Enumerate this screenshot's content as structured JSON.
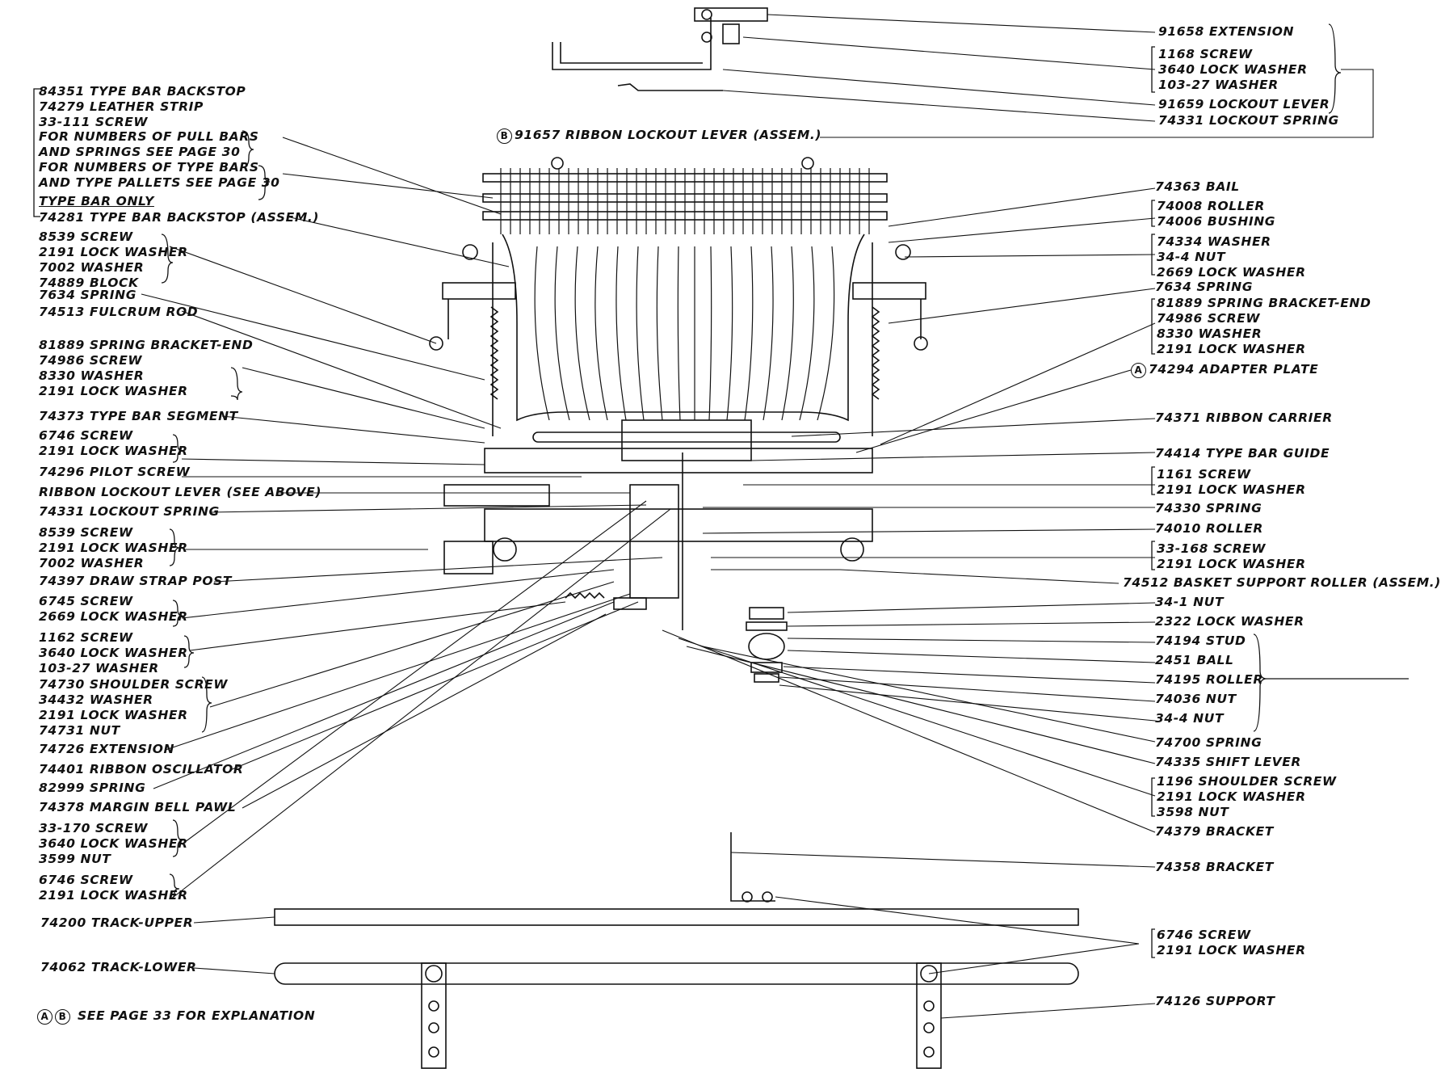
{
  "top_labels": {
    "extension": "91658 EXTENSION",
    "screw_group": [
      "1168 SCREW",
      "3640 LOCK WASHER",
      "103-27 WASHER"
    ],
    "lockout_lever": "91659 LOCKOUT LEVER",
    "lockout_spring": "74331 LOCKOUT SPRING",
    "ribbon_lockout_marker": "B",
    "ribbon_lockout": "91657 RIBBON LOCKOUT LEVER (ASSEM.)"
  },
  "left_labels": {
    "backstop_group": [
      "84351 TYPE BAR BACKSTOP",
      "74279 LEATHER STRIP",
      "33-111 SCREW"
    ],
    "pull_bars_note": [
      "FOR NUMBERS OF PULL BARS",
      "AND SPRINGS SEE PAGE 30"
    ],
    "type_bars_note": [
      "FOR NUMBERS OF TYPE BARS",
      "AND TYPE PALLETS SEE PAGE 30"
    ],
    "type_bar_only": "TYPE BAR ONLY",
    "backstop_assem": "74281 TYPE BAR BACKSTOP (ASSEM.)",
    "screw_group_1": [
      "8539 SCREW",
      "2191 LOCK WASHER",
      "7002 WASHER",
      "74889 BLOCK"
    ],
    "spring": "7634 SPRING",
    "fulcrum_rod": "74513 FULCRUM ROD",
    "bracket_group": [
      "81889 SPRING BRACKET-END",
      "74986 SCREW",
      "8330 WASHER",
      "2191 LOCK WASHER"
    ],
    "segment": "74373 TYPE BAR SEGMENT",
    "screw_group_2": [
      "6746 SCREW",
      "2191 LOCK WASHER"
    ],
    "pilot_screw": "74296 PILOT SCREW",
    "ribbon_lockout_ref": "RIBBON LOCKOUT LEVER (SEE ABOVE)",
    "lockout_spring": "74331 LOCKOUT SPRING",
    "screw_group_3": [
      "8539 SCREW",
      "2191 LOCK WASHER",
      "7002 WASHER"
    ],
    "draw_strap": "74397 DRAW STRAP POST",
    "screw_group_4": [
      "6745 SCREW",
      "2669 LOCK WASHER"
    ],
    "screw_group_5": [
      "1162 SCREW",
      "3640 LOCK WASHER",
      "103-27 WASHER"
    ],
    "shoulder_group": [
      "74730 SHOULDER SCREW",
      "34432 WASHER",
      "2191 LOCK WASHER",
      "74731 NUT"
    ],
    "extension": "74726 EXTENSION",
    "oscillator": "74401 RIBBON OSCILLATOR",
    "spring_82999": "82999 SPRING",
    "bell_pawl": "74378 MARGIN BELL PAWL",
    "screw_group_6": [
      "33-170 SCREW",
      "3640 LOCK WASHER",
      "3599 NUT"
    ],
    "screw_group_7": [
      "6746 SCREW",
      "2191 LOCK WASHER"
    ],
    "track_upper": "74200 TRACK-UPPER",
    "track_lower": "74062 TRACK-LOWER",
    "footnote_a": "A",
    "footnote_b": "B",
    "footnote": "SEE PAGE 33 FOR EXPLANATION"
  },
  "right_labels": {
    "bail": "74363 BAIL",
    "roller_group": [
      "74008 ROLLER",
      "74006 BUSHING"
    ],
    "washer_group": [
      "74334 WASHER",
      "34-4 NUT",
      "2669 LOCK WASHER"
    ],
    "spring": "7634 SPRING",
    "bracket_group": [
      "81889 SPRING BRACKET-END",
      "74986 SCREW",
      "8330 WASHER",
      "2191 LOCK WASHER"
    ],
    "adapter_marker": "A",
    "adapter": "74294 ADAPTER PLATE",
    "ribbon_carrier": "74371 RIBBON CARRIER",
    "guide": "74414 TYPE BAR GUIDE",
    "screw_group_1": [
      "1161 SCREW",
      "2191 LOCK WASHER"
    ],
    "spring_74330": "74330 SPRING",
    "roller_74010": "74010 ROLLER",
    "screw_group_2": [
      "33-168 SCREW",
      "2191 LOCK WASHER"
    ],
    "basket_roller": "74512 BASKET SUPPORT ROLLER (ASSEM.)",
    "roller_parts": [
      "34-1 NUT",
      "2322 LOCK WASHER",
      "74194 STUD",
      "2451 BALL",
      "74195 ROLLER",
      "74036 NUT",
      "34-4 NUT"
    ],
    "spring_74700": "74700 SPRING",
    "shift_lever": "74335 SHIFT LEVER",
    "shoulder_group": [
      "1196 SHOULDER SCREW",
      "2191 LOCK WASHER",
      "3598 NUT"
    ],
    "bracket_74379": "74379 BRACKET",
    "bracket_74358": "74358 BRACKET",
    "screw_group_3": [
      "6746 SCREW",
      "2191 LOCK WASHER"
    ],
    "support": "74126 SUPPORT"
  }
}
